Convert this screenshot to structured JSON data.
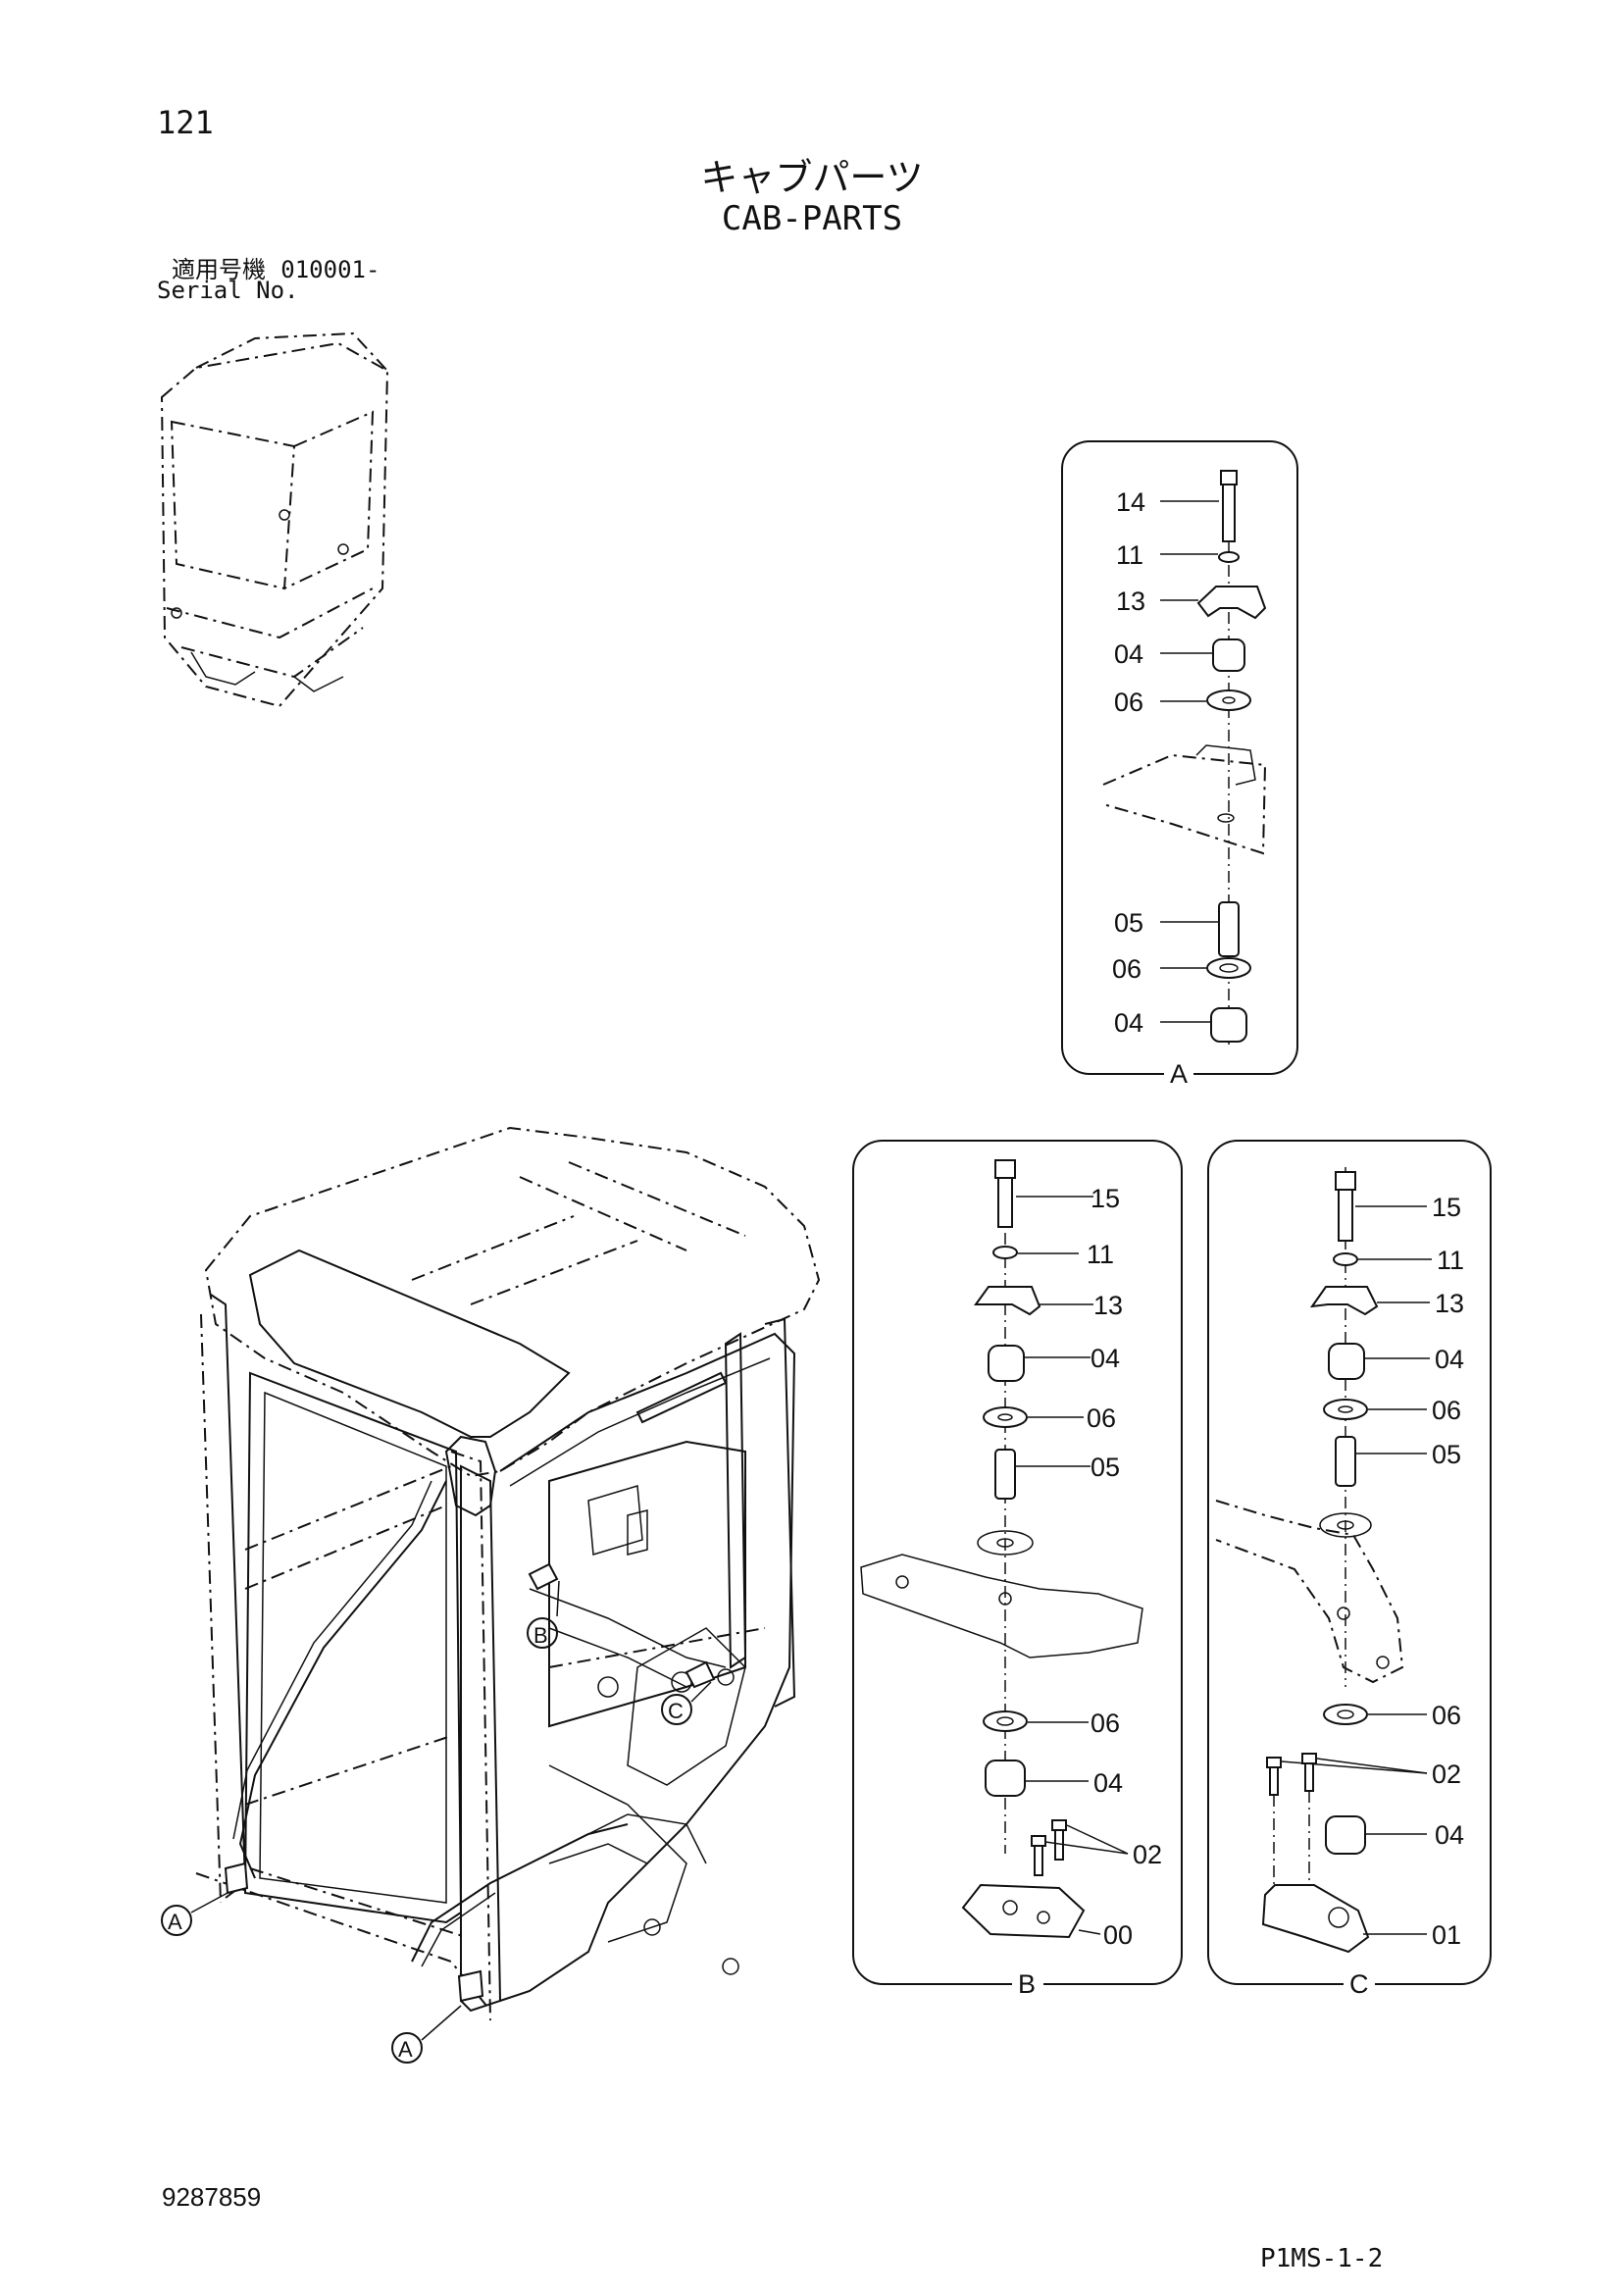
{
  "header": {
    "page_number": "121",
    "title_jp": "キャブパーツ",
    "title_en": "CAB-PARTS",
    "serial_label_jp": "適用号機",
    "serial_value": "010001-",
    "serial_label_en": "Serial No."
  },
  "footer": {
    "doc_id": "9287859",
    "page_code": "P1MS-1-2"
  },
  "callouts": {
    "detail_a": [
      "14",
      "11",
      "13",
      "04",
      "06",
      "05",
      "06",
      "04"
    ],
    "detail_a_label": "A",
    "detail_b": [
      "15",
      "11",
      "13",
      "04",
      "06",
      "05",
      "06",
      "04",
      "02",
      "00"
    ],
    "detail_b_label": "B",
    "detail_c": [
      "15",
      "11",
      "13",
      "04",
      "06",
      "05",
      "06",
      "02",
      "04",
      "01"
    ],
    "detail_c_label": "C",
    "main_markers": [
      "B",
      "C",
      "A",
      "A"
    ]
  }
}
